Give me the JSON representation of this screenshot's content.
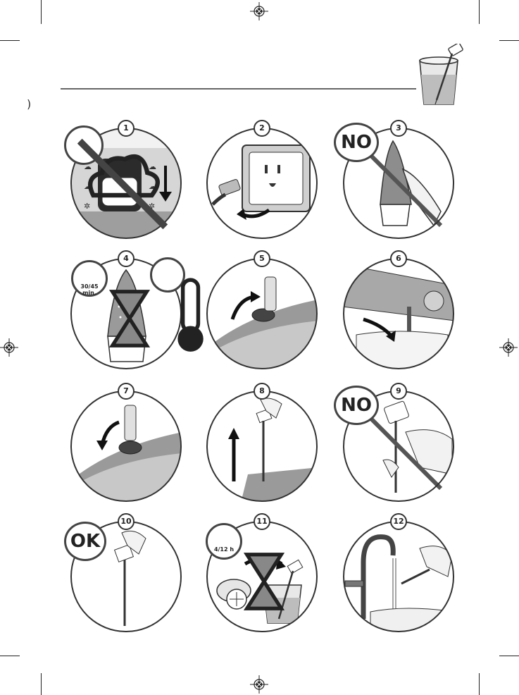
{
  "steps": [
    {
      "number": "1"
    },
    {
      "number": "2"
    },
    {
      "number": "3",
      "badge": "NO"
    },
    {
      "number": "4",
      "timer": "30/45 min."
    },
    {
      "number": "5"
    },
    {
      "number": "6"
    },
    {
      "number": "7"
    },
    {
      "number": "8"
    },
    {
      "number": "9",
      "badge": "NO"
    },
    {
      "number": "10",
      "badge": "OK"
    },
    {
      "number": "11",
      "timer": "4/12 h"
    },
    {
      "number": "12"
    }
  ],
  "side_mark": ")",
  "icons": [
    "registration-mark-icon",
    "glass-with-anti-calc-rod-icon",
    "hourglass-icon",
    "thermometer-down-icon",
    "steam-icon",
    "curved-arrow-icon",
    "lemon-icon"
  ]
}
